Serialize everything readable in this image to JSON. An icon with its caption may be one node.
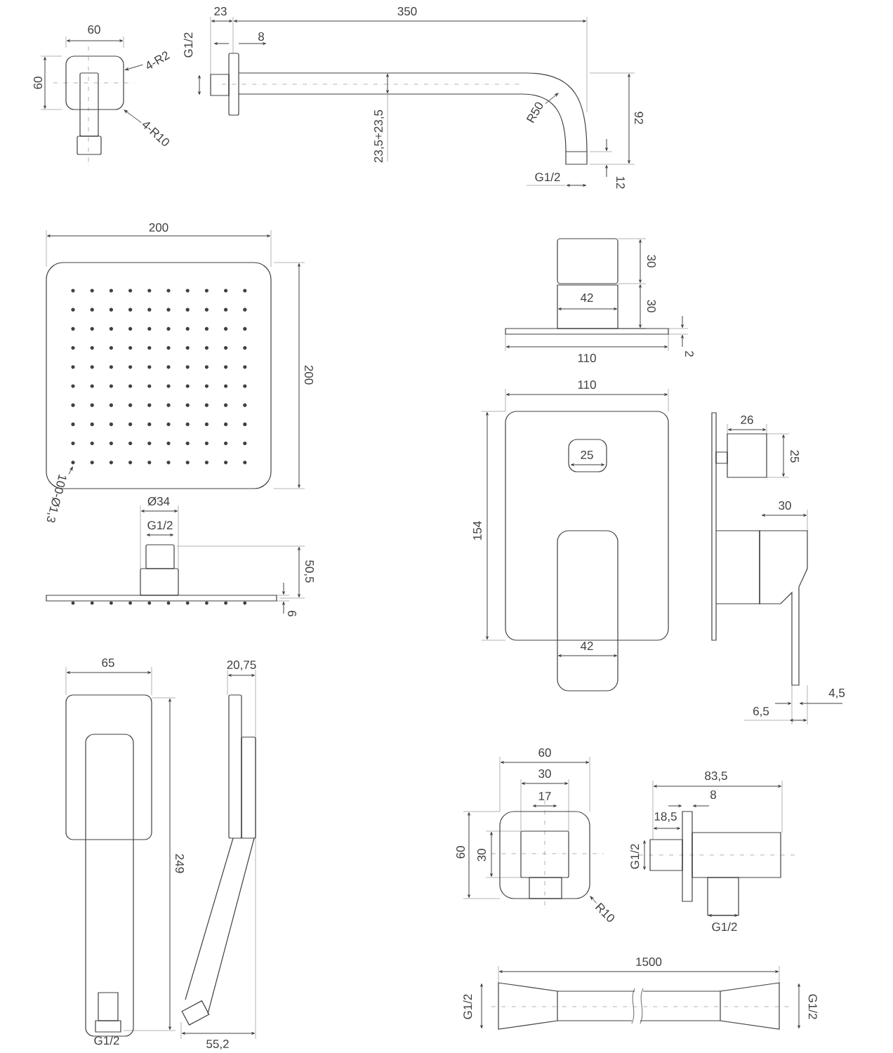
{
  "diagram": {
    "nodes": [
      {
        "text": [
          "4-R2"
        ]
      },
      {
        "text": [
          "4-R10"
        ]
      },
      {
        "text": [
          "R50"
        ]
      },
      {
        "text": [
          "100-Ø1,3"
        ]
      },
      {
        "text": [
          "R10"
        ]
      },
      {
        "text": [],
        "shape": "box"
      }
    ],
    "edges": [
      {
        "from": 0,
        "to": 5,
        "arrow": "to"
      },
      {
        "from": 1,
        "to": 5,
        "arrow": "to"
      },
      {
        "from": 2,
        "to": null,
        "arrow": "to"
      },
      {
        "from": 3,
        "to": null,
        "arrow": "to"
      },
      {
        "from": 4,
        "to": null,
        "arrow": "to"
      }
    ],
    "labels": [
      "60",
      "60",
      "23",
      "350",
      "G1/2",
      "8",
      "23,5+23,5",
      "92",
      "G1/2",
      "12",
      "200",
      "200",
      "Ø34",
      "G1/2",
      "50,5",
      "6",
      "30",
      "42",
      "30",
      "2",
      "110",
      "110",
      "154",
      "25",
      "42",
      "26",
      "25",
      "30",
      "4,5",
      "6,5",
      "65",
      "20,75",
      "249",
      "G1/2",
      "55,2",
      "60",
      "30",
      "17",
      "60",
      "30",
      "83,5",
      "8",
      "18,5",
      "G1/2",
      "G1/2",
      "1500",
      "G1/2",
      "G1/2"
    ]
  }
}
